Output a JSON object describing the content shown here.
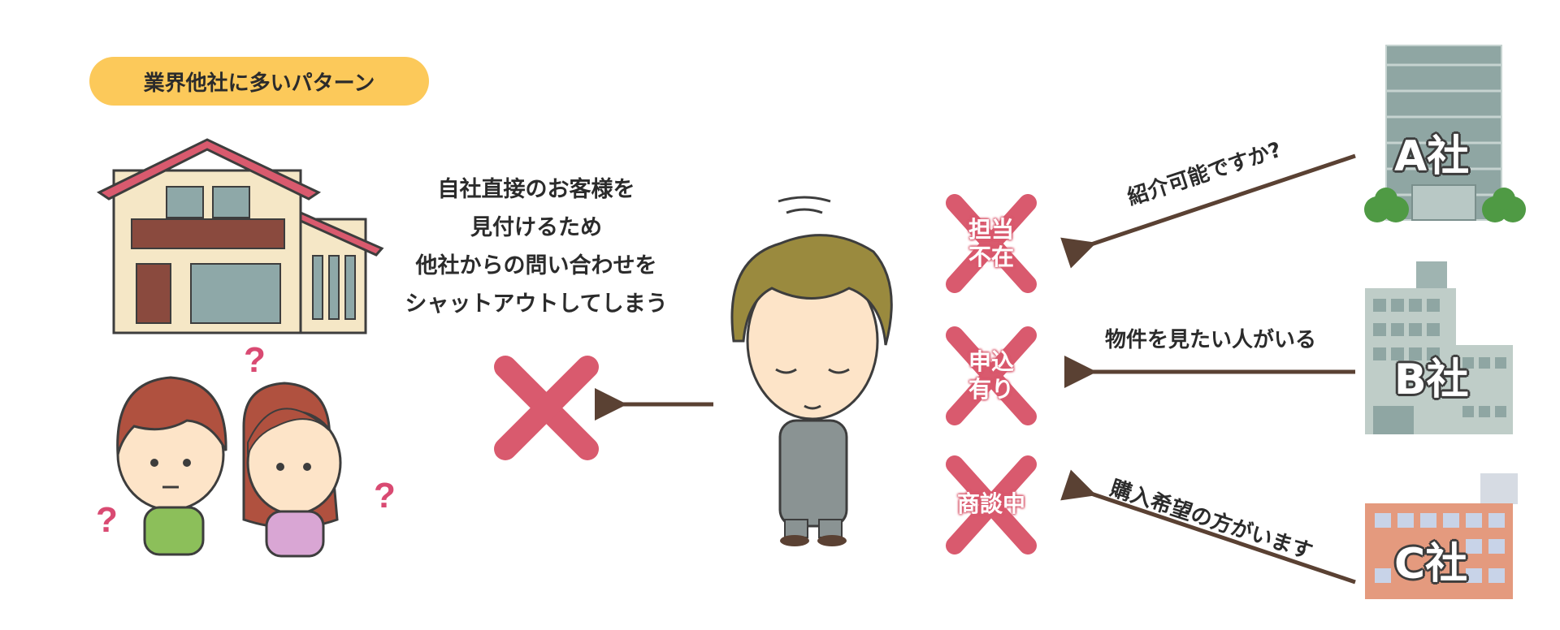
{
  "badge": {
    "label": "業界他社に多いパターン"
  },
  "explanation": {
    "lines": [
      "自社直接のお客様を",
      "見付けるため",
      "他社からの問い合わせを",
      "シャットアウトしてしまう"
    ]
  },
  "refusals": [
    {
      "line1": "担当",
      "line2": "不在"
    },
    {
      "line1": "申込",
      "line2": "有り"
    },
    {
      "line1": "商談中",
      "line2": ""
    }
  ],
  "requests": [
    {
      "text": "紹介可能ですか?"
    },
    {
      "text": "物件を見たい人がいる"
    },
    {
      "text": "購入希望の方がいます"
    }
  ],
  "companies": [
    {
      "label": "A社",
      "color": "#8fa6a3"
    },
    {
      "label": "B社",
      "color": "#bfcdc8"
    },
    {
      "label": "C社",
      "color": "#e49a7e"
    }
  ],
  "colors": {
    "cross": "#d95a6e",
    "arrow": "#5a4133",
    "question": "#d94a72"
  }
}
